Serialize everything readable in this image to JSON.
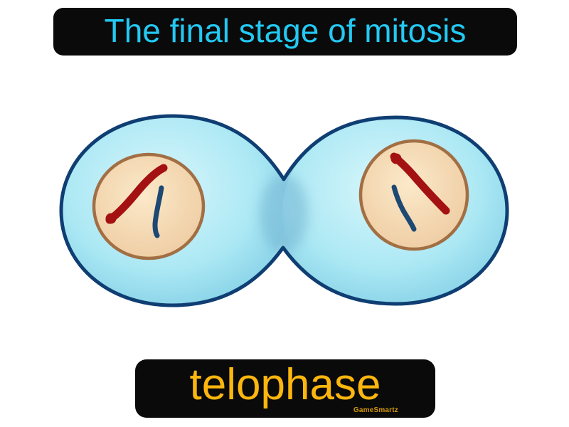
{
  "header": {
    "label": "The final stage of mitosis"
  },
  "footer": {
    "term": "telophase",
    "watermark": "GameSmartz"
  },
  "colors": {
    "banner-bg": "#0a0a0a",
    "header-text": "#23c9f2",
    "footer-text": "#fcb60e",
    "watermark": "#d2970b",
    "cell-base": "#9adcec",
    "cell-center": "#d8f6fb",
    "cell-mid": "#abe8f4",
    "cell-edge": "#74c6e0",
    "cell-border": "#0f3e73",
    "neck-shade": "#6fafcf",
    "nucleus-center": "#fbe9c9",
    "nucleus-edge": "#edc99e",
    "nucleus-border": "#a26f44",
    "chromosome-red": "#a41112",
    "chromosome-blue": "#1d4972"
  }
}
